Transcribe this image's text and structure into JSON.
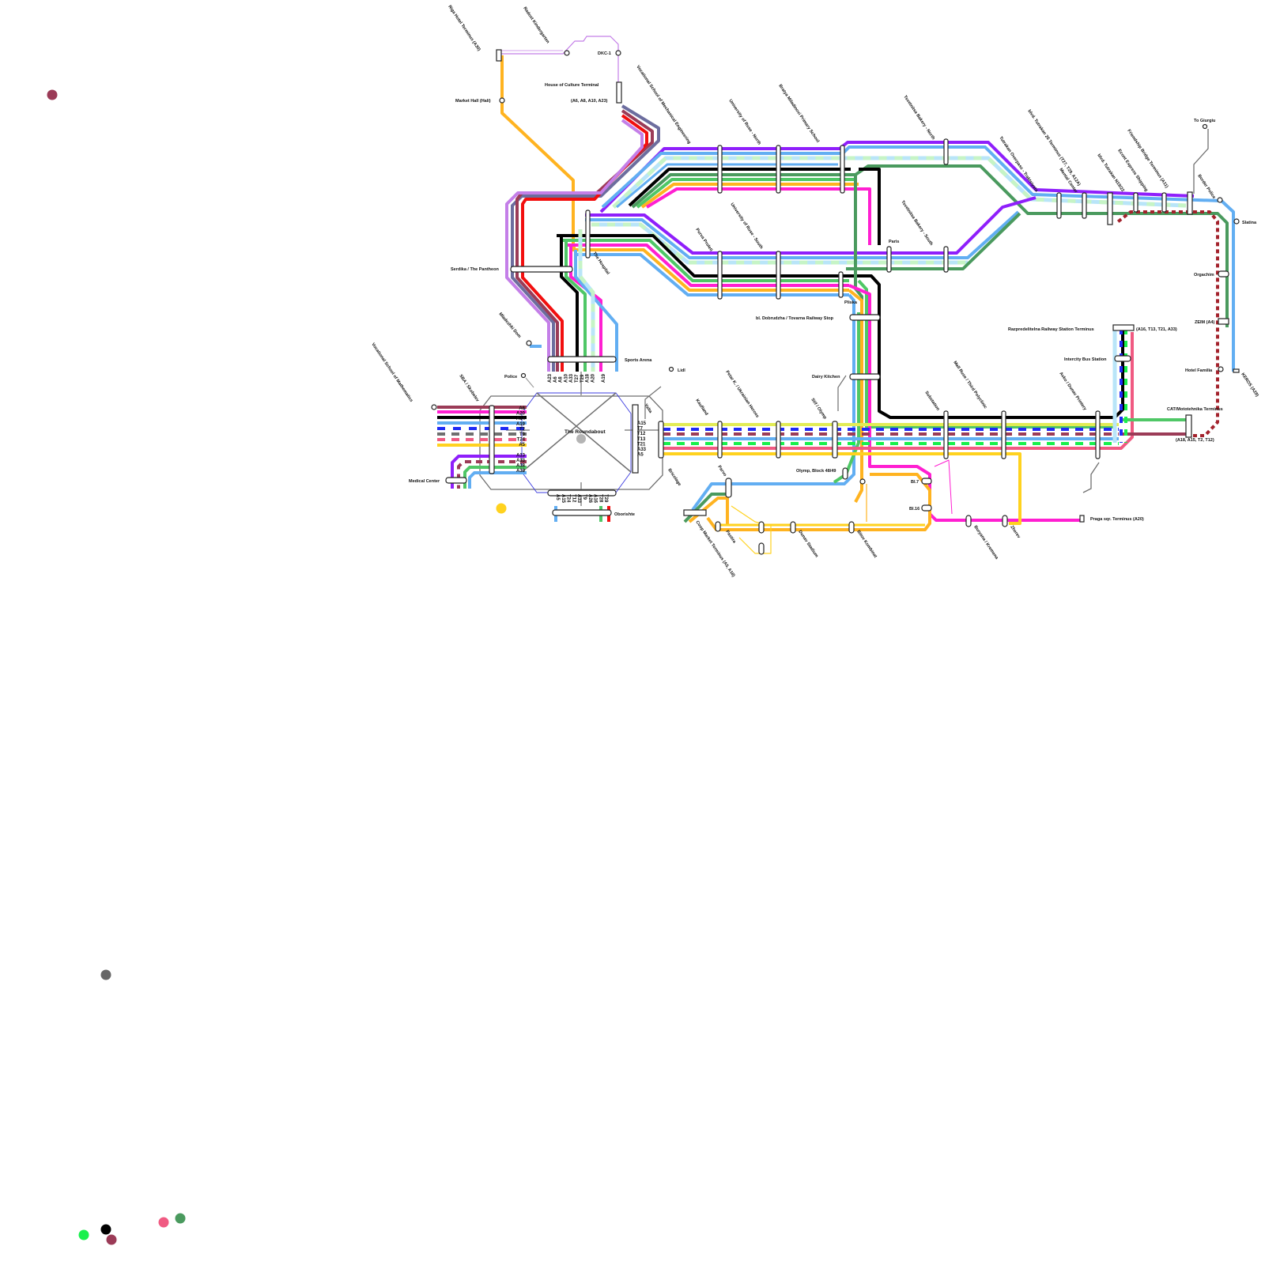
{
  "stations": {
    "riga": "Riga Hotel Terminus (A30)",
    "radost": "Radost Kindergarten",
    "dkc": "DKC-1",
    "market_hall": "Market Hall (Hali)",
    "house_culture": "House of Culture Terminal",
    "house_culture_lines": "(A6, A8, A10, A23)",
    "vocational_mech": "Vocational School of Mechanical Engineering",
    "uni_north": "University of Ruse - North",
    "bratya": "Bratya Miladinovi Primary School",
    "tsvetnitsa_north": "Tsvetnitsa Bakery - North",
    "tutrakan_overpass": "Tutrakan Overpass - Traktsiyata",
    "bvd_tutrakan_26": "blvd. Tutrakan 26 Terminus (T27, T29, A12A)",
    "mental_center": "Mental Center",
    "bvd_tutrakan_n19": "blvd. Tutrakan N19/22",
    "econt": "Econt Express Shipping",
    "friendship": "Friendship Bridge Terminus (A11)",
    "border_police": "Border Police",
    "to_giurgiu": "To Giurgiu",
    "slatina": "Slatina",
    "serdika": "Serdika / The Pantheon",
    "hospital": "The Hospital",
    "purva_proleti": "Purva Proleti",
    "uni_south": "University of Ruse - South",
    "paris": "Paris",
    "tsvetnitsa_south": "Tsvetnitsa Bakery - South",
    "pliska": "Pliska",
    "orgachim": "Orgachim",
    "mladezhki": "Mladezhki Dom",
    "sports_arena": "Sports Arena",
    "dobrudzha": "bl. Dobrudzha / Tovarna Railway Stop",
    "zeim": "ZEIM (A4)",
    "razpredelitelna": "Razpredelitelna Railway Station Terminus",
    "razpredelitelna_lines": "(A16, T13, T21, A33)",
    "police": "Police",
    "lidl": "Lidl",
    "dairy": "Dairy Kitchen",
    "intercity": "Intercity Bus Station",
    "hotel_familia": "Hotel Familia",
    "keros": "KEROS (A28)",
    "vocational_math": "Vocational School of Mathematics",
    "sba": "SBA / Skobelev",
    "the_roundabout": "The Roundabout",
    "yalta": "Yalta",
    "kaufland": "Kaufland",
    "petar_k": "Petar K. / Ukrainian Heroes",
    "stif": "Stif / Olymp",
    "mall": "Mall Ruse / Third Polyclinic",
    "substation": "Substation",
    "avko": "Avko / Dunav Printery",
    "cat": "CAT/Mototehnika Terminus",
    "cat_lines": "(A18, A15, T2, T12)",
    "medical": "Medical Center",
    "bricolage": "Bricolage",
    "olymp_block": "Olymp, Block 48/49",
    "parvo": "Parvo",
    "bl7": "Bl.7",
    "bl16": "Bl.16",
    "praga": "Praga sqr. Terminus (A20)",
    "oborishte": "Oborishte",
    "coop": "Coop Market Terminus (A5, A18)",
    "pastira": "Pastira",
    "dunav_stadium": "Dunav Stadium",
    "bitov": "Bitov Kombinat",
    "buryana": "Buryana / Kremena",
    "zherev": "Zherev"
  },
  "route_tags": {
    "left_stack": [
      "A6",
      "A20",
      "A14",
      "A19",
      "T2",
      "T9",
      "T24",
      "A5",
      "",
      "A13",
      "A33",
      "A18",
      "A33"
    ],
    "right_stack": [
      "A15",
      "T7",
      "T12",
      "T13",
      "T21",
      "A33",
      "A5"
    ],
    "top_stack": [
      "A23",
      "A6",
      "A8",
      "A10",
      "A33",
      "T27",
      "T29",
      "A18",
      "A20",
      "",
      "A19"
    ],
    "bottom_stack": [
      "A5",
      "A15",
      "T24",
      "T12",
      "A33",
      "T9",
      "A26",
      "A16",
      "T28",
      "T29"
    ]
  },
  "colors": {
    "purple": "#8f1ffb",
    "lilac": "#c47fe8",
    "red": "#f20f0f",
    "maroon": "#9b3b57",
    "slate": "#6c6d9e",
    "grey": "#6f6f6f",
    "blue": "#62aef2",
    "pale_blue": "#b9e5f8",
    "pale_green": "#c6f4c6",
    "green": "#4fc766",
    "dark_green": "#4a9a5e",
    "orange": "#ffb320",
    "amber": "#fba21a",
    "magenta": "#ff1fd1",
    "pink": "#f05a82",
    "black": "#000000",
    "yellow": "#ffd21f",
    "yellow_green": "#e2ec55",
    "royal_blue": "#1f2bf5",
    "bright_green": "#19f04d",
    "dark_red": "#a3222c",
    "gray_dot": "#666666"
  }
}
